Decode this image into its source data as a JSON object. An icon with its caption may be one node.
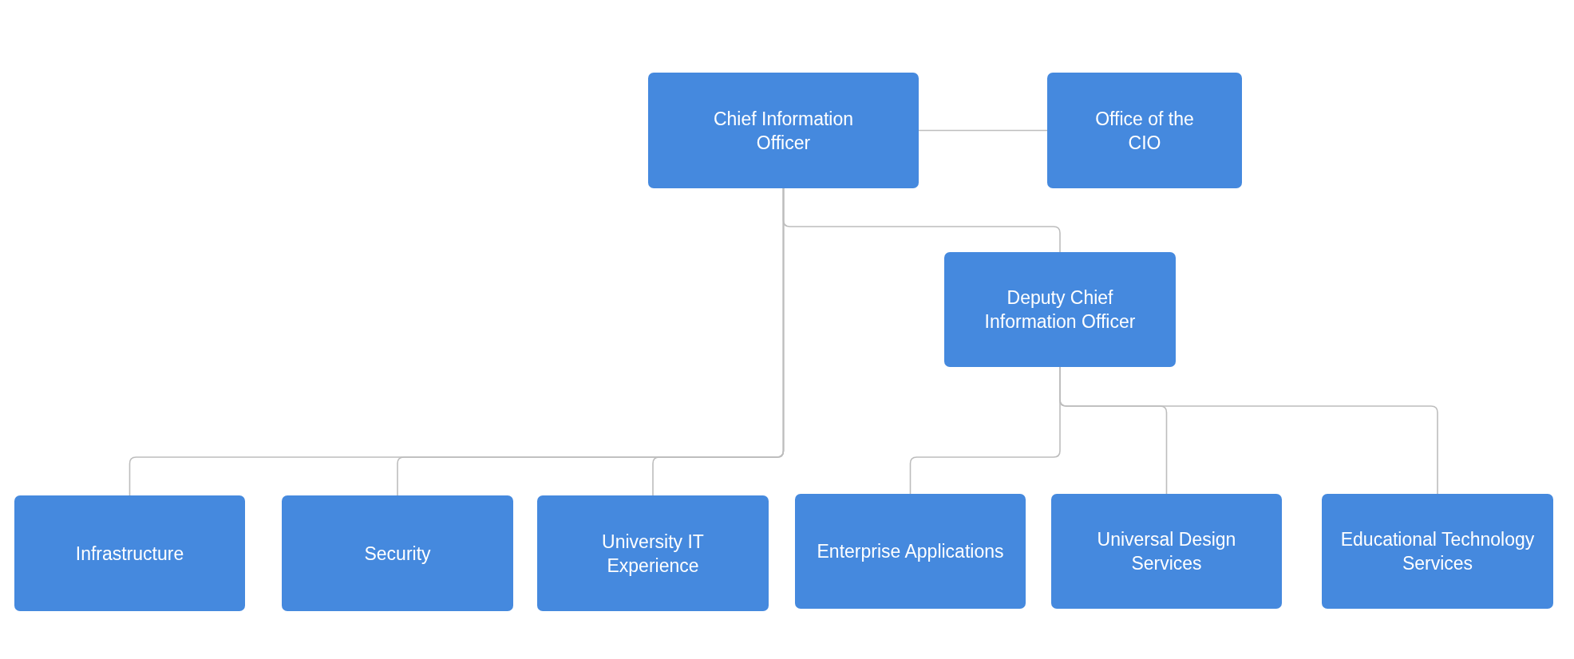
{
  "diagram": {
    "nodes": [
      {
        "text": [
          "Chief Information Officer"
        ]
      },
      {
        "text": [
          "Office of the CIO"
        ]
      },
      {
        "text": [
          "Deputy Chief Information Officer"
        ]
      },
      {
        "text": [
          "Infrastructure"
        ]
      },
      {
        "text": [
          "Security"
        ]
      },
      {
        "text": [
          "University IT Experience"
        ]
      },
      {
        "text": [
          "Enterprise Applications"
        ]
      },
      {
        "text": [
          "Universal Design Services"
        ]
      },
      {
        "text": [
          "Educational Technology Services"
        ]
      }
    ],
    "edges": [
      {
        "from": 0,
        "to": 1,
        "arrow": "none"
      },
      {
        "from": 0,
        "to": 2,
        "arrow": "none"
      },
      {
        "from": 0,
        "to": 3,
        "arrow": "none"
      },
      {
        "from": 0,
        "to": 4,
        "arrow": "none"
      },
      {
        "from": 0,
        "to": 5,
        "arrow": "none"
      },
      {
        "from": 2,
        "to": 6,
        "arrow": "none"
      },
      {
        "from": 2,
        "to": 7,
        "arrow": "none"
      },
      {
        "from": 2,
        "to": 8,
        "arrow": "none"
      }
    ]
  }
}
